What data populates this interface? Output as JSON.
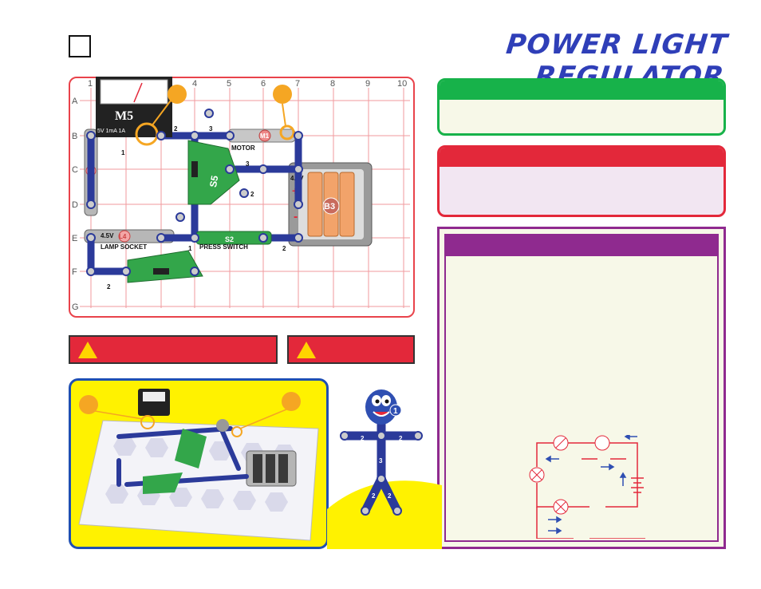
{
  "page": {
    "title": "POWER LIGHT REGULATOR"
  },
  "board": {
    "columns": [
      "1",
      "2",
      "3",
      "4",
      "5",
      "6",
      "7",
      "8",
      "9",
      "10"
    ],
    "rows": [
      "A",
      "B",
      "C",
      "D",
      "E",
      "F",
      "G"
    ],
    "parts": {
      "meter_label": "M5",
      "meter_scale": "5V  1mA  1A",
      "motor_label": "M1",
      "motor_text": "MOTOR",
      "battery_label": "B3",
      "battery_volt": "4.5V",
      "lamp_socket_text": "LAMP SOCKET",
      "lamp_volt": "4.5V",
      "lamp_label": "L4",
      "press_switch_text": "PRESS   SWITCH",
      "press_switch_label": "S2",
      "slide_switch_label": "S5",
      "plus": "+",
      "minus": "-",
      "snap_numbers": [
        "1",
        "2",
        "3"
      ]
    }
  },
  "character": {
    "badge": "1",
    "arm_numbers": [
      "2",
      "2"
    ],
    "body_number": "3",
    "leg_numbers": [
      "2",
      "2"
    ]
  },
  "colors": {
    "title": "#2f3fb8",
    "grid": "#e9434b",
    "wire": "#2b3a9a",
    "switch_green": "#33a64a",
    "panel_green": "#17b24a",
    "panel_red": "#e3283a",
    "panel_purple": "#8f2a8f",
    "highlight_orange": "#f5a623",
    "photo_bg": "#fff200"
  }
}
